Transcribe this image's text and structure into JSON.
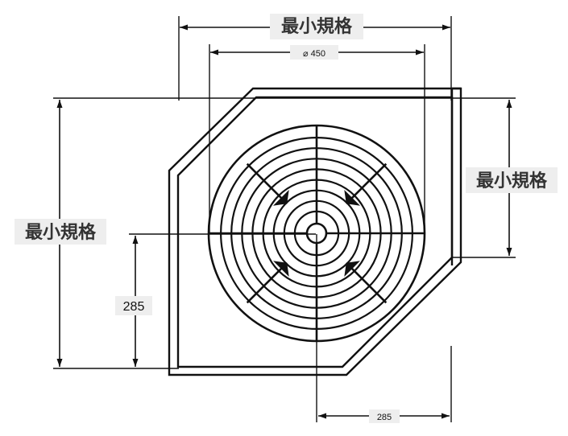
{
  "labels": {
    "top_width": "最小規格",
    "right_depth": "最小規格",
    "left_depth": "最小規格",
    "diameter": "⌀ 450",
    "left_offset": "285",
    "bottom_offset": "285"
  },
  "basket": {
    "ring_count": 8,
    "spoke_count": 8
  },
  "colors": {
    "line": "#111111",
    "label_background": "#eeeeee",
    "label_text": "#333333"
  }
}
